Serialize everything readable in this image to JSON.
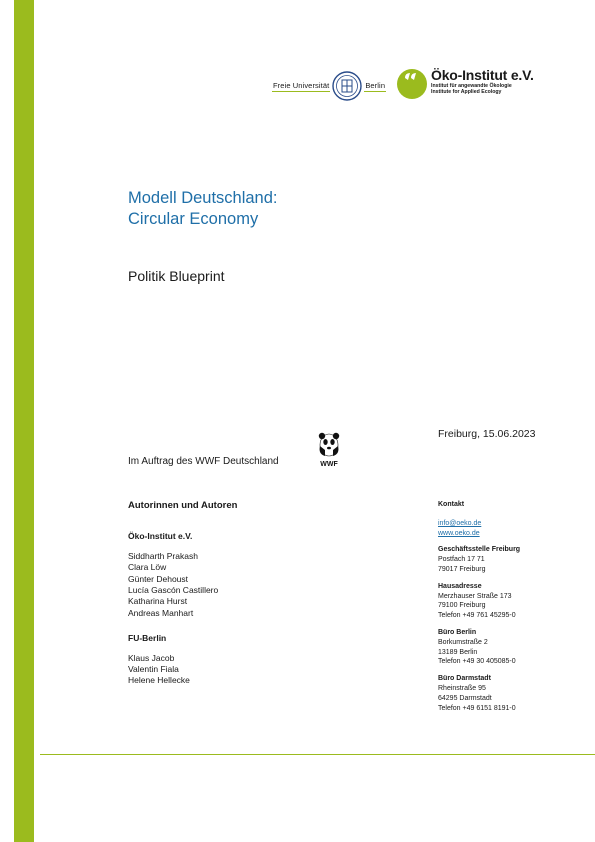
{
  "logos": {
    "fu_berlin": {
      "left_text": "Freie Universität",
      "right_text": "Berlin"
    },
    "oeko_institut": {
      "name": "Öko-Institut e.V.",
      "sub1": "Institut für angewandte Ökologie",
      "sub2": "Institute for Applied Ecology"
    },
    "wwf": {
      "text": "WWF"
    }
  },
  "title": {
    "line1": "Modell Deutschland:",
    "line2": "Circular Economy"
  },
  "subtitle": "Politik Blueprint",
  "date": "Freiburg, 15.06.2023",
  "commission": "Im Auftrag des WWF Deutschland",
  "authors": {
    "heading": "Autorinnen und Autoren",
    "groups": [
      {
        "institution": "Öko-Institut e.V.",
        "names": [
          "Siddharth Prakash",
          "Clara Löw",
          "Günter Dehoust",
          "Lucía Gascón Castillero",
          "Katharina Hurst",
          "Andreas Manhart"
        ]
      },
      {
        "institution": "FU-Berlin",
        "names": [
          "Klaus Jacob",
          "Valentin Fiala",
          "Helene Hellecke"
        ]
      }
    ]
  },
  "contact": {
    "heading": "Kontakt",
    "email": "info@oeko.de",
    "web": "www.oeko.de",
    "offices": [
      {
        "title": "Geschäftsstelle Freiburg",
        "lines": [
          "Postfach 17 71",
          "79017 Freiburg"
        ]
      },
      {
        "title": "Hausadresse",
        "lines": [
          "Merzhauser Straße 173",
          "79100 Freiburg",
          "Telefon +49 761 45295-0"
        ]
      },
      {
        "title": "Büro Berlin",
        "lines": [
          "Borkumstraße 2",
          "13189 Berlin",
          "Telefon +49 30 405085-0"
        ]
      },
      {
        "title": "Büro Darmstadt",
        "lines": [
          "Rheinstraße 95",
          "64295 Darmstadt",
          "Telefon +49 6151 8191-0"
        ]
      }
    ]
  },
  "colors": {
    "accent_green": "#9bbb1e",
    "title_blue": "#1f6fa8"
  }
}
